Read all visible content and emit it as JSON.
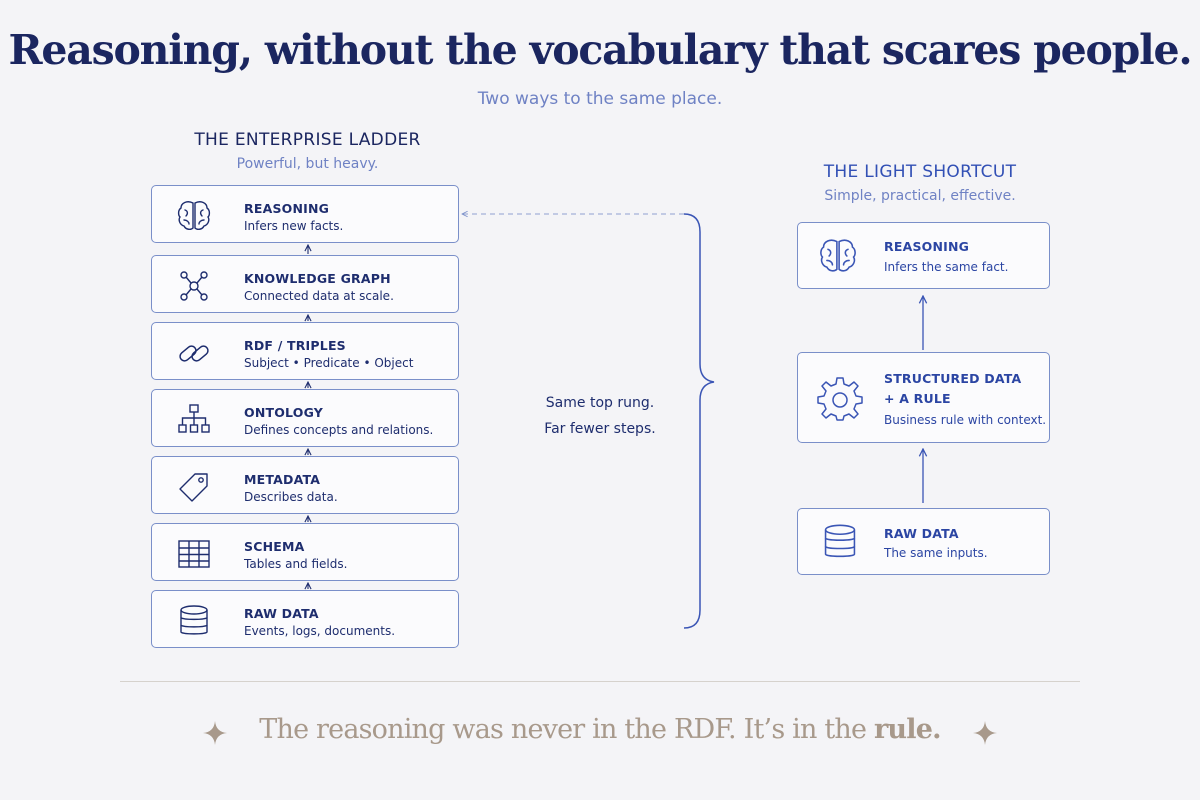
{
  "title": "Reasoning, without the vocabulary that scares people.",
  "subtitle": "Two ways to the same place.",
  "left": {
    "heading": "THE ENTERPRISE LADDER",
    "subheading": "Powerful, but heavy.",
    "steps": [
      {
        "icon": "brain-icon",
        "title": "REASONING",
        "desc": "Infers new facts."
      },
      {
        "icon": "graph-nodes-icon",
        "title": "KNOWLEDGE GRAPH",
        "desc": "Connected data at scale."
      },
      {
        "icon": "chain-link-icon",
        "title": "RDF / TRIPLES",
        "desc": "Subject • Predicate • Object"
      },
      {
        "icon": "hierarchy-icon",
        "title": "ONTOLOGY",
        "desc": "Defines concepts and relations."
      },
      {
        "icon": "tag-icon",
        "title": "METADATA",
        "desc": "Describes data."
      },
      {
        "icon": "table-icon",
        "title": "SCHEMA",
        "desc": "Tables and fields."
      },
      {
        "icon": "database-icon",
        "title": "RAW DATA",
        "desc": "Events, logs, documents."
      }
    ]
  },
  "middle": {
    "line1": "Same top rung.",
    "line2": "Far fewer steps."
  },
  "right": {
    "heading": "THE LIGHT SHORTCUT",
    "subheading": "Simple, practical, effective.",
    "steps": [
      {
        "icon": "brain-icon",
        "title": "REASONING",
        "desc": "Infers the same fact."
      },
      {
        "icon": "gear-icon",
        "title": "STRUCTURED DATA",
        "title2": "+ A RULE",
        "desc": "Business rule with context."
      },
      {
        "icon": "database-icon",
        "title": "RAW DATA",
        "desc": "The same inputs."
      }
    ]
  },
  "footer": {
    "text": "The reasoning was never in the RDF. It’s in the",
    "emphasis": "rule."
  }
}
